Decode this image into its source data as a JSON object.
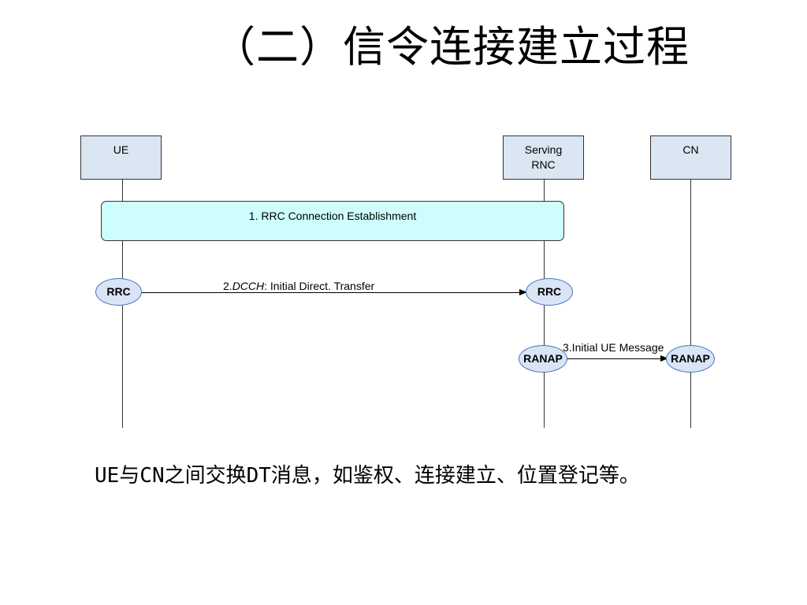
{
  "slide": {
    "title": "（二）信令连接建立过程",
    "note": "UE与CN之间交换DT消息，如鉴权、连接建立、位置登记等。"
  },
  "diagram": {
    "entities": {
      "ue": "UE",
      "rnc": "Serving\nRNC",
      "cn": "CN"
    },
    "step1": "1. RRC Connection Establishment",
    "step2": {
      "prefix": "2.",
      "channel": "DCCH",
      "suffix": ": Initial Direct. Transfer"
    },
    "step3": "3.Initial UE Message",
    "protocols": {
      "ue_rrc": "RRC",
      "rnc_rrc": "RRC",
      "rnc_ranap": "RANAP",
      "cn_ranap": "RANAP"
    }
  }
}
